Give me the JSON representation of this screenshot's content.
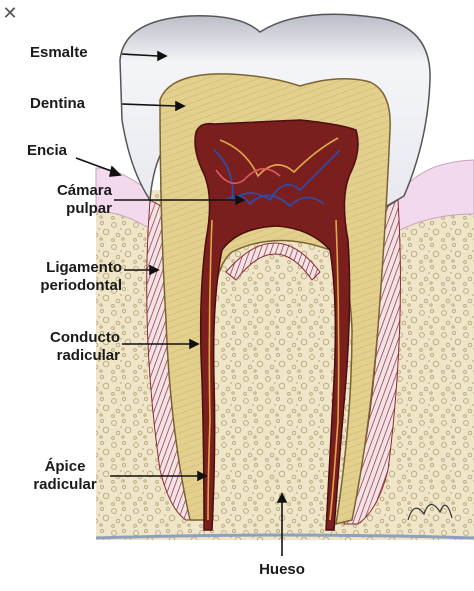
{
  "labels": {
    "esmalte": "Esmalte",
    "dentina": "Dentina",
    "encia": "Encia",
    "camara_line1": "Cámara",
    "camara_line2": "pulpar",
    "ligamento_line1": "Ligamento",
    "ligamento_line2": "periodontal",
    "conducto_line1": "Conducto",
    "conducto_line2": "radicular",
    "apice_line1": "Ápice",
    "apice_line2": "radicular",
    "hueso": "Hueso"
  },
  "close_icon": "close-icon",
  "colors": {
    "enamel": "#eef0f5",
    "dentin": "#e2cf8c",
    "pulp": "#7a1e1e",
    "gum": "#f0d8ea",
    "bone": "#efe6c9",
    "ligament": "#8a2a33"
  }
}
